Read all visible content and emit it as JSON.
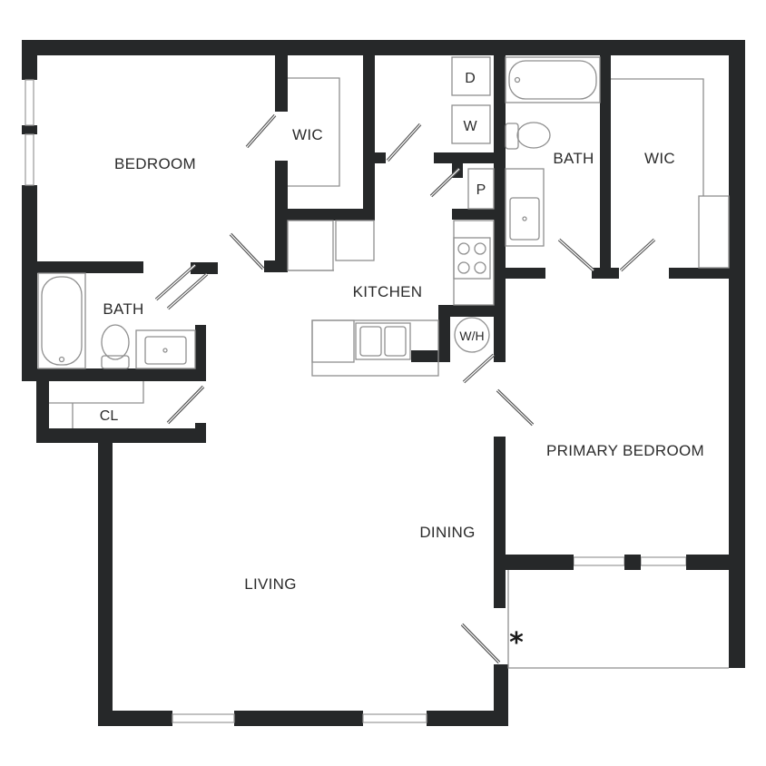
{
  "rooms": {
    "bedroom": "BEDROOM",
    "wic_left": "WIC",
    "bath_left": "BATH",
    "closet": "CL",
    "kitchen": "KITCHEN",
    "dryer": "D",
    "washer": "W",
    "pantry": "P",
    "water_heater": "W/H",
    "bath_right": "BATH",
    "wic_right": "WIC",
    "primary_bedroom": "PRIMARY BEDROOM",
    "dining": "DINING",
    "living": "LIVING"
  },
  "marker": "*",
  "colors": {
    "wall": "#262829",
    "fixture": "#8f8f8f",
    "background": "#ffffff"
  }
}
